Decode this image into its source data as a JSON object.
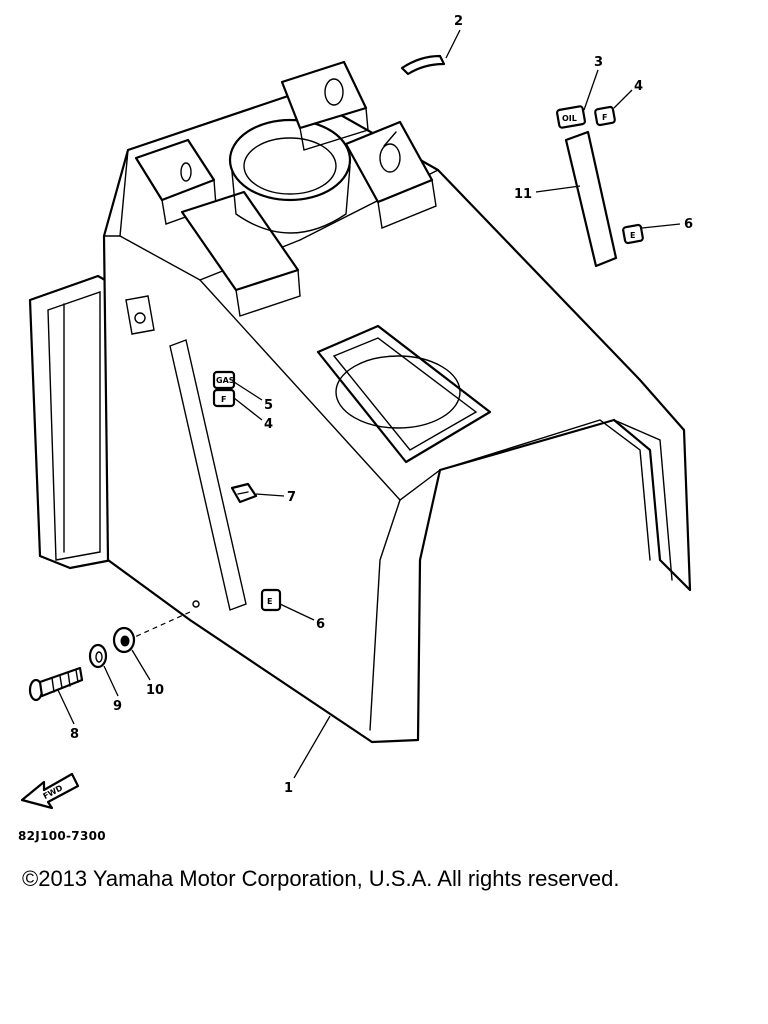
{
  "callouts": {
    "c1": "1",
    "c2": "2",
    "c3": "3",
    "c4a": "4",
    "c4b": "4",
    "c5": "5",
    "c6a": "6",
    "c6b": "6",
    "c7": "7",
    "c8": "8",
    "c9": "9",
    "c10": "10",
    "c11": "11"
  },
  "labels": {
    "oil": "OIL",
    "gas": "GAS",
    "f1": "F",
    "f2": "F",
    "e1": "E",
    "e2": "E",
    "fwd": "FWD"
  },
  "footer": {
    "code": "82J100-7300",
    "copyright": "©2013 Yamaha Motor Corporation, U.S.A. All rights reserved."
  }
}
